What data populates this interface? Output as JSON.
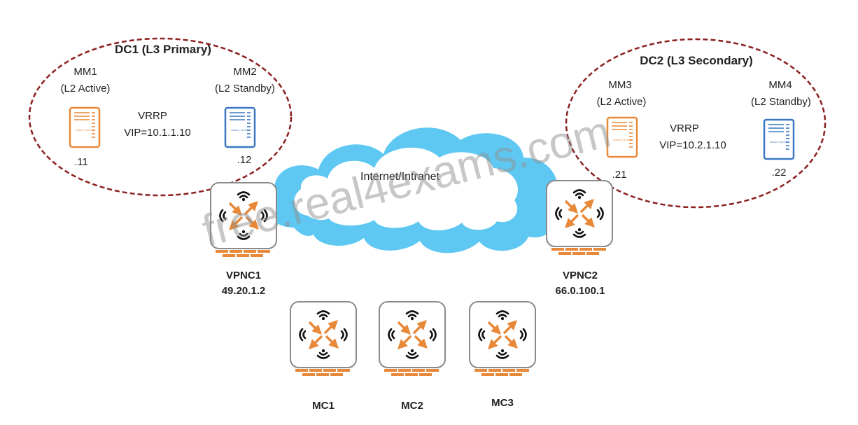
{
  "colors": {
    "dc_ring": "#8b2020",
    "cloud_fill": "#5ec8f2",
    "cloud_inner": "#ffffff",
    "appliance_border": "#888888",
    "accent_orange": "#e8893a",
    "mm_blue": "#3a78c2",
    "wire": "#111111"
  },
  "watermark": "free.real4exams.com",
  "cloud": {
    "label": "Internet/Intranet"
  },
  "datacenters": [
    {
      "title": "DC1 (L3 Primary)",
      "vrrp_label": "VRRP",
      "vip": "VIP=10.1.1.10",
      "masters": [
        {
          "name": "MM1",
          "role": "(L2 Active)",
          "ip": ".11",
          "device_text": "MOBILITY MASTER",
          "icon": "mobility-master-icon",
          "color": "#e8893a"
        },
        {
          "name": "MM2",
          "role": "(L2 Standby)",
          "ip": ".12",
          "device_text": "MOBILITY MASTER",
          "icon": "mobility-master-icon",
          "color": "#3a78c2"
        }
      ]
    },
    {
      "title": "DC2 (L3 Secondary)",
      "vrrp_label": "VRRP",
      "vip": "VIP=10.2.1.10",
      "masters": [
        {
          "name": "MM3",
          "role": "(L2 Active)",
          "ip": ".21",
          "device_text": "MOBILITY MASTER",
          "icon": "mobility-master-icon",
          "color": "#e8893a"
        },
        {
          "name": "MM4",
          "role": "(L2 Standby)",
          "ip": ".22",
          "device_text": "MOBILITY MASTER",
          "icon": "mobility-master-icon",
          "color": "#3a78c2"
        }
      ]
    }
  ],
  "vpncs": [
    {
      "name": "VPNC1",
      "ip": "49.20.1.2",
      "icon": "controller-icon"
    },
    {
      "name": "VPNC2",
      "ip": "66.0.100.1",
      "icon": "controller-icon"
    }
  ],
  "mcs": [
    {
      "name": "MC1",
      "icon": "controller-icon"
    },
    {
      "name": "MC2",
      "icon": "controller-icon"
    },
    {
      "name": "MC3",
      "icon": "controller-icon"
    }
  ]
}
